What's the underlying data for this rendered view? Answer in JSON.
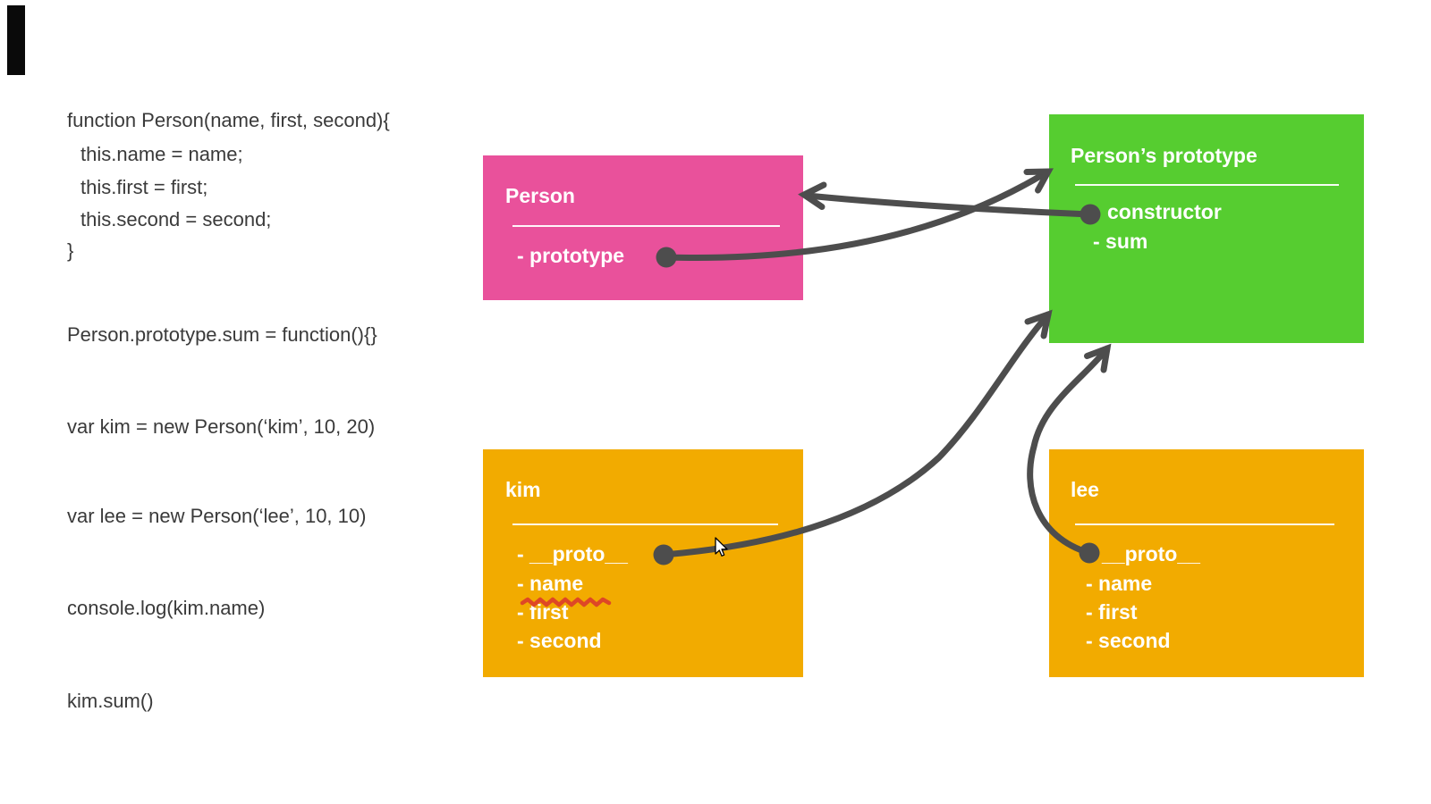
{
  "colors": {
    "person_box": "#e9519b",
    "prototype_box": "#56cd30",
    "instance_box": "#f2ab00",
    "arrow": "#4d4d4d",
    "code_text": "#3a3a3a",
    "underline_red": "#de4726"
  },
  "code": {
    "lines": [
      "function Person(name, first, second){",
      "this.name = name;",
      "this.first = first;",
      "this.second = second;",
      "}",
      "Person.prototype.sum = function(){}",
      "var kim = new Person(‘kim’, 10, 20)",
      "var lee = new Person(‘lee’, 10, 10)",
      "console.log(kim.name)",
      "kim.sum()"
    ]
  },
  "boxes": {
    "person": {
      "title": "Person",
      "items": [
        "- prototype"
      ]
    },
    "persons_prototype": {
      "title": "Person’s prototype",
      "items": [
        "constructor",
        "- sum"
      ]
    },
    "kim": {
      "title": "kim",
      "items": [
        "- __proto__",
        "- name",
        "- first",
        "- second"
      ]
    },
    "lee": {
      "title": "lee",
      "items": [
        "__proto__",
        "- name",
        "- first",
        "- second"
      ]
    }
  }
}
